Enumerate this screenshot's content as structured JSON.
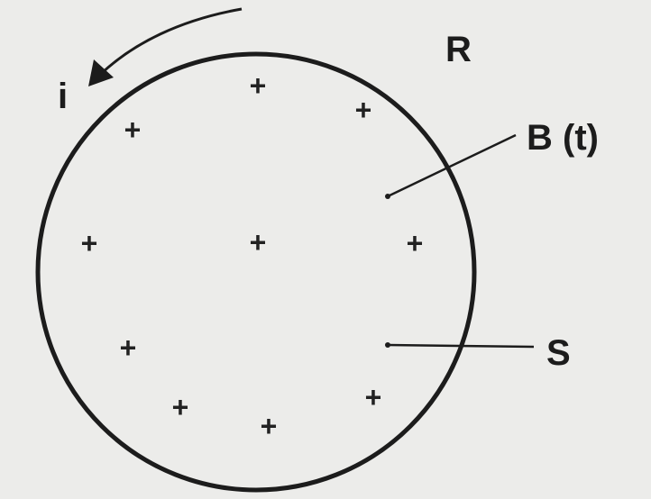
{
  "labels": {
    "ring": "R",
    "current": "i",
    "field": "B (t)",
    "surface": "S"
  },
  "field_symbol": "+",
  "colors": {
    "background": "#ececea",
    "ink": "#1c1c1c"
  }
}
